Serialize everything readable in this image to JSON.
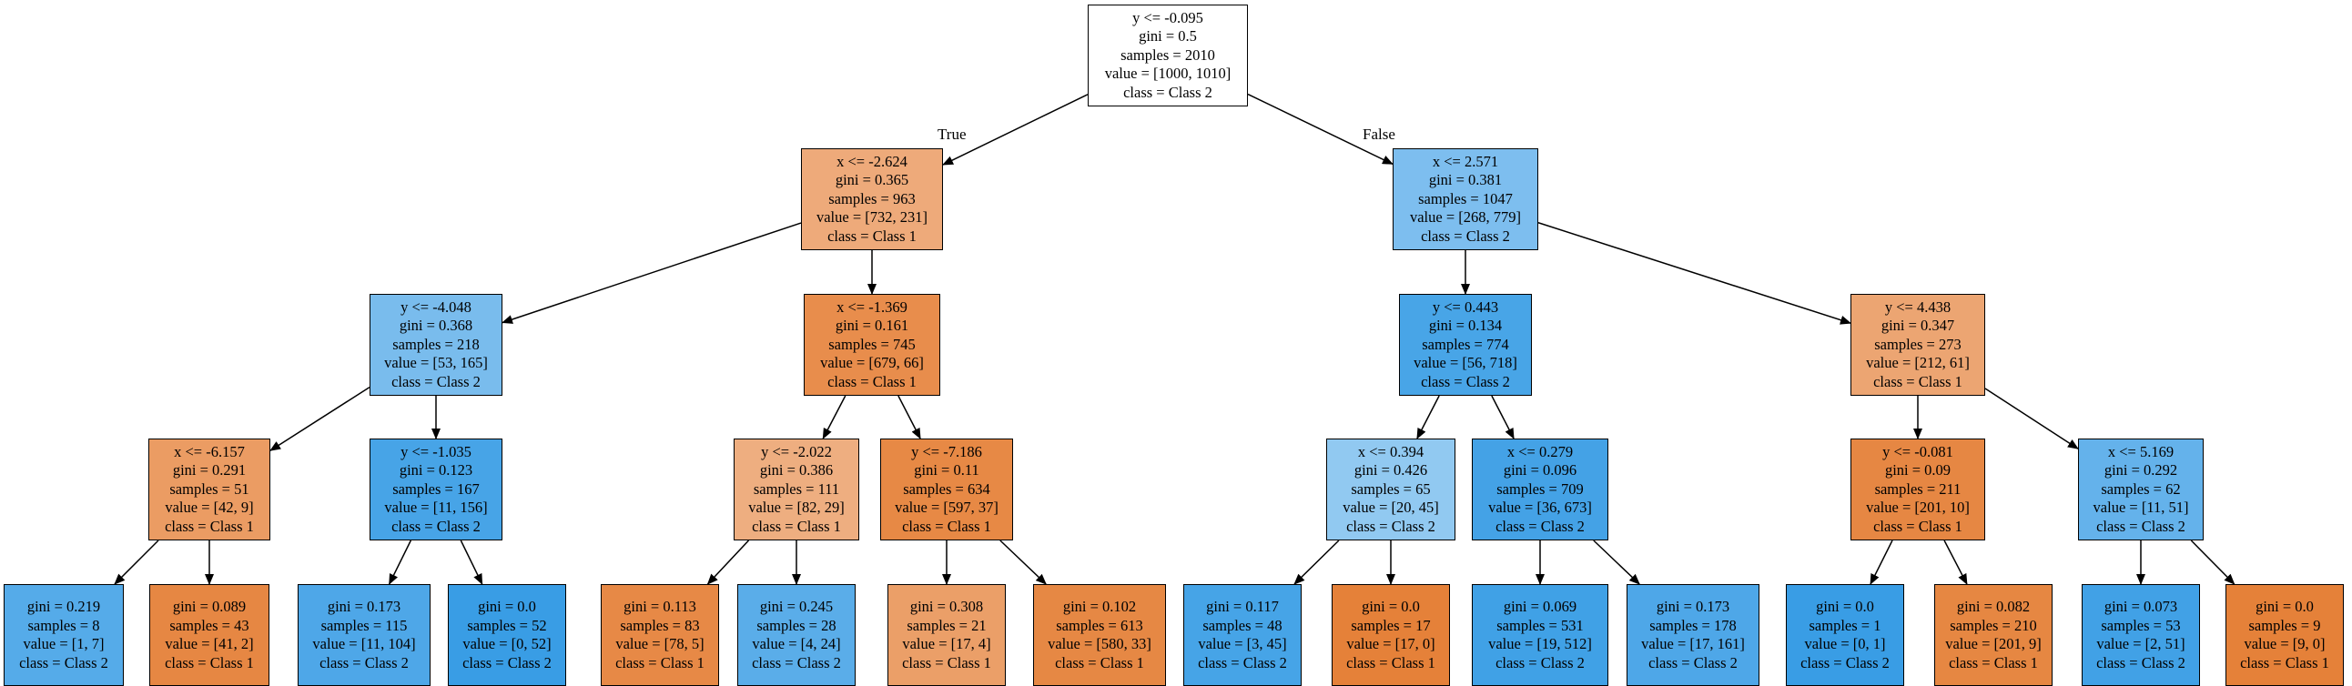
{
  "edge_labels": {
    "true_label": "True",
    "false_label": "False"
  },
  "colors": {
    "orange_dark": "#e58139",
    "orange_light": "#eeab7b",
    "orange_pale": "#f0b489",
    "blue_dark": "#399de5",
    "blue_mid": "#59ade8",
    "blue_light": "#7dbef0",
    "blue_pale": "#97cbf2",
    "white": "#ffffff"
  },
  "nodes": {
    "n0": {
      "lines": [
        "y <= -0.095",
        "gini = 0.5",
        "samples = 2010",
        "value = [1000, 1010]",
        "class = Class 2"
      ],
      "fill": "#ffffff"
    },
    "n1": {
      "lines": [
        "x <= -2.624",
        "gini = 0.365",
        "samples = 963",
        "value = [732, 231]",
        "class = Class 1"
      ],
      "fill": "#eeaa7a"
    },
    "n2": {
      "lines": [
        "x <= 2.571",
        "gini = 0.381",
        "samples = 1047",
        "value = [268, 779]",
        "class = Class 2"
      ],
      "fill": "#7dbeef"
    },
    "n3": {
      "lines": [
        "y <= -4.048",
        "gini = 0.368",
        "samples = 218",
        "value = [53, 165]",
        "class = Class 2"
      ],
      "fill": "#79bced"
    },
    "n4": {
      "lines": [
        "x <= -1.369",
        "gini = 0.161",
        "samples = 745",
        "value = [679, 66]",
        "class = Class 1"
      ],
      "fill": "#e88d4c"
    },
    "n5": {
      "lines": [
        "y <= 0.443",
        "gini = 0.134",
        "samples = 774",
        "value = [56, 718]",
        "class = Class 2"
      ],
      "fill": "#48a5e7"
    },
    "n6": {
      "lines": [
        "y <= 4.438",
        "gini = 0.347",
        "samples = 273",
        "value = [212, 61]",
        "class = Class 1"
      ],
      "fill": "#eca572"
    },
    "n7": {
      "lines": [
        "x <= -6.157",
        "gini = 0.291",
        "samples = 51",
        "value = [42, 9]",
        "class = Class 1"
      ],
      "fill": "#eb9c63"
    },
    "n8": {
      "lines": [
        "y <= -1.035",
        "gini = 0.123",
        "samples = 167",
        "value = [11, 156]",
        "class = Class 2"
      ],
      "fill": "#47a4e7"
    },
    "n9": {
      "lines": [
        "y <= -2.022",
        "gini = 0.386",
        "samples = 111",
        "value = [82, 29]",
        "class = Class 1"
      ],
      "fill": "#eeae80"
    },
    "n10": {
      "lines": [
        "y <= -7.186",
        "gini = 0.11",
        "samples = 634",
        "value = [597, 37]",
        "class = Class 1"
      ],
      "fill": "#e78945"
    },
    "n11": {
      "lines": [
        "x <= 0.394",
        "gini = 0.426",
        "samples = 65",
        "value = [20, 45]",
        "class = Class 2"
      ],
      "fill": "#91c9f1"
    },
    "n12": {
      "lines": [
        "x <= 0.279",
        "gini = 0.096",
        "samples = 709",
        "value = [36, 673]",
        "class = Class 2"
      ],
      "fill": "#44a2e6"
    },
    "n13": {
      "lines": [
        "y <= -0.081",
        "gini = 0.09",
        "samples = 211",
        "value = [201, 10]",
        "class = Class 1"
      ],
      "fill": "#e68743"
    },
    "n14": {
      "lines": [
        "x <= 5.169",
        "gini = 0.292",
        "samples = 62",
        "value = [11, 51]",
        "class = Class 2"
      ],
      "fill": "#64b2eb"
    },
    "n15": {
      "lines": [
        "gini = 0.219",
        "samples = 8",
        "value = [1, 7]",
        "class = Class 2"
      ],
      "fill": "#55abe9"
    },
    "n16": {
      "lines": [
        "gini = 0.089",
        "samples = 43",
        "value = [41, 2]",
        "class = Class 1"
      ],
      "fill": "#e68743"
    },
    "n17": {
      "lines": [
        "gini = 0.173",
        "samples = 115",
        "value = [11, 104]",
        "class = Class 2"
      ],
      "fill": "#4ea7e8"
    },
    "n18": {
      "lines": [
        "gini = 0.0",
        "samples = 52",
        "value = [0, 52]",
        "class = Class 2"
      ],
      "fill": "#399de5"
    },
    "n19": {
      "lines": [
        "gini = 0.113",
        "samples = 83",
        "value = [78, 5]",
        "class = Class 1"
      ],
      "fill": "#e78946"
    },
    "n20": {
      "lines": [
        "gini = 0.245",
        "samples = 28",
        "value = [4, 24]",
        "class = Class 2"
      ],
      "fill": "#5aade9"
    },
    "n21": {
      "lines": [
        "gini = 0.308",
        "samples = 21",
        "value = [17, 4]",
        "class = Class 1"
      ],
      "fill": "#eb9f68"
    },
    "n22": {
      "lines": [
        "gini = 0.102",
        "samples = 613",
        "value = [580, 33]",
        "class = Class 1"
      ],
      "fill": "#e68844"
    },
    "n23": {
      "lines": [
        "gini = 0.117",
        "samples = 48",
        "value = [3, 45]",
        "class = Class 2"
      ],
      "fill": "#46a4e7"
    },
    "n24": {
      "lines": [
        "gini = 0.0",
        "samples = 17",
        "value = [17, 0]",
        "class = Class 1"
      ],
      "fill": "#e58139"
    },
    "n25": {
      "lines": [
        "gini = 0.069",
        "samples = 531",
        "value = [19, 512]",
        "class = Class 2"
      ],
      "fill": "#40a1e6"
    },
    "n26": {
      "lines": [
        "gini = 0.173",
        "samples = 178",
        "value = [17, 161]",
        "class = Class 2"
      ],
      "fill": "#4ea7e8"
    },
    "n27": {
      "lines": [
        "gini = 0.0",
        "samples = 1",
        "value = [0, 1]",
        "class = Class 2"
      ],
      "fill": "#399de5"
    },
    "n28": {
      "lines": [
        "gini = 0.082",
        "samples = 210",
        "value = [201, 9]",
        "class = Class 1"
      ],
      "fill": "#e68742"
    },
    "n29": {
      "lines": [
        "gini = 0.073",
        "samples = 53",
        "value = [2, 51]",
        "class = Class 2"
      ],
      "fill": "#41a1e6"
    },
    "n30": {
      "lines": [
        "gini = 0.0",
        "samples = 9",
        "value = [9, 0]",
        "class = Class 1"
      ],
      "fill": "#e58139"
    }
  }
}
